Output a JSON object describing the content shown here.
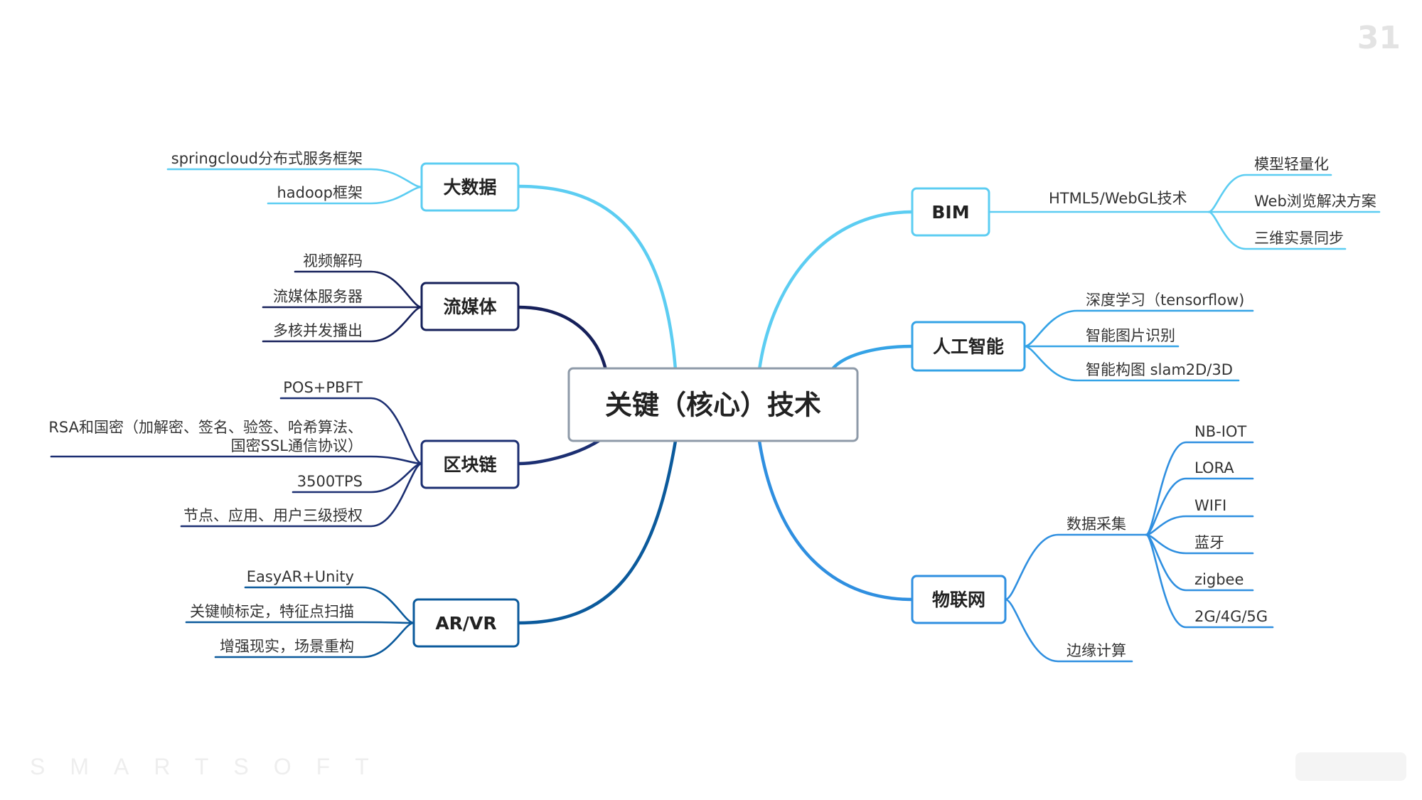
{
  "page_number": "31",
  "watermark": "SMARTSOFT",
  "center": {
    "label": "关键（核心）技术"
  },
  "branches": [
    {
      "id": "bigdata",
      "label": "大数据",
      "color": "#5ccdf2",
      "side": "left",
      "items": [
        "springcloud分布式服务框架",
        "hadoop框架"
      ]
    },
    {
      "id": "streaming",
      "label": "流媒体",
      "color": "#16205a",
      "side": "left",
      "items": [
        "视频解码",
        "流媒体服务器",
        "多核并发播出"
      ]
    },
    {
      "id": "blockchain",
      "label": "区块链",
      "color": "#1c2f72",
      "side": "left",
      "items": [
        "POS+PBFT",
        "RSA和国密（加解密、签名、验签、哈希算法、\n国密SSL通信协议）",
        "3500TPS",
        "节点、应用、用户三级授权"
      ]
    },
    {
      "id": "arvr",
      "label": "AR/VR",
      "color": "#0b5a9c",
      "side": "left",
      "items": [
        "EasyAR+Unity",
        "关键帧标定，特征点扫描",
        "增强现实，场景重构"
      ]
    },
    {
      "id": "bim",
      "label": "BIM",
      "color": "#5ccdf2",
      "side": "right",
      "sub": {
        "label": "HTML5/WebGL技术",
        "items": [
          "模型轻量化",
          "Web浏览解决方案",
          "三维实景同步"
        ]
      }
    },
    {
      "id": "ai",
      "label": "人工智能",
      "color": "#35a3e6",
      "side": "right",
      "items": [
        "深度学习（tensorflow)",
        "智能图片识别",
        "智能构图 slam2D/3D"
      ]
    },
    {
      "id": "iot",
      "label": "物联网",
      "color": "#2f8fe0",
      "side": "right",
      "subs": [
        {
          "label": "数据采集",
          "items": [
            "NB-IOT",
            "LORA",
            "WIFI",
            "蓝牙",
            "zigbee",
            "2G/4G/5G"
          ]
        },
        {
          "label": "边缘计算"
        }
      ]
    }
  ]
}
